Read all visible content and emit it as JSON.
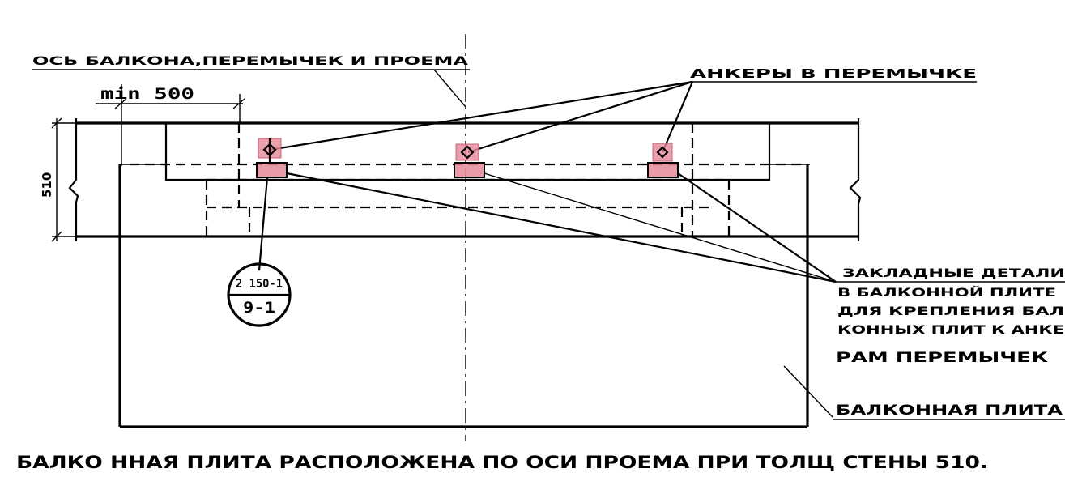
{
  "labels": {
    "axis_label": "ОСЬ БАЛКОНА,ПЕРЕМЫЧЕК И ПРОЕМА",
    "anchors_label": "АНКЕРЫ В ПЕРЕМЫЧКЕ",
    "min_dimension": "min 500",
    "wall_thickness": "510",
    "embedded_parts": [
      "ЗАКЛАДНЫЕ ДЕТАЛИ",
      "В БАЛКОННОЙ ПЛИТЕ",
      "ДЛЯ КРЕПЛЕНИЯ БАЛ",
      "КОННЫХ ПЛИТ К АНКЕ",
      "РАМ ПЕРЕМЫЧЕК"
    ],
    "balcony_slab": "БАЛКОННАЯ ПЛИТА",
    "callout_top": "2 150-1",
    "callout_bottom": "9-1",
    "caption": "БАЛКО ННАЯ ПЛИТА РАСПОЛОЖЕНА ПО ОСИ ПРОЕМА ПРИ ТОЛЩ СТЕНЫ 510."
  },
  "colors": {
    "ink": "#000000",
    "highlight_fill": "#e58a98",
    "highlight_stroke": "#c24a5e"
  }
}
